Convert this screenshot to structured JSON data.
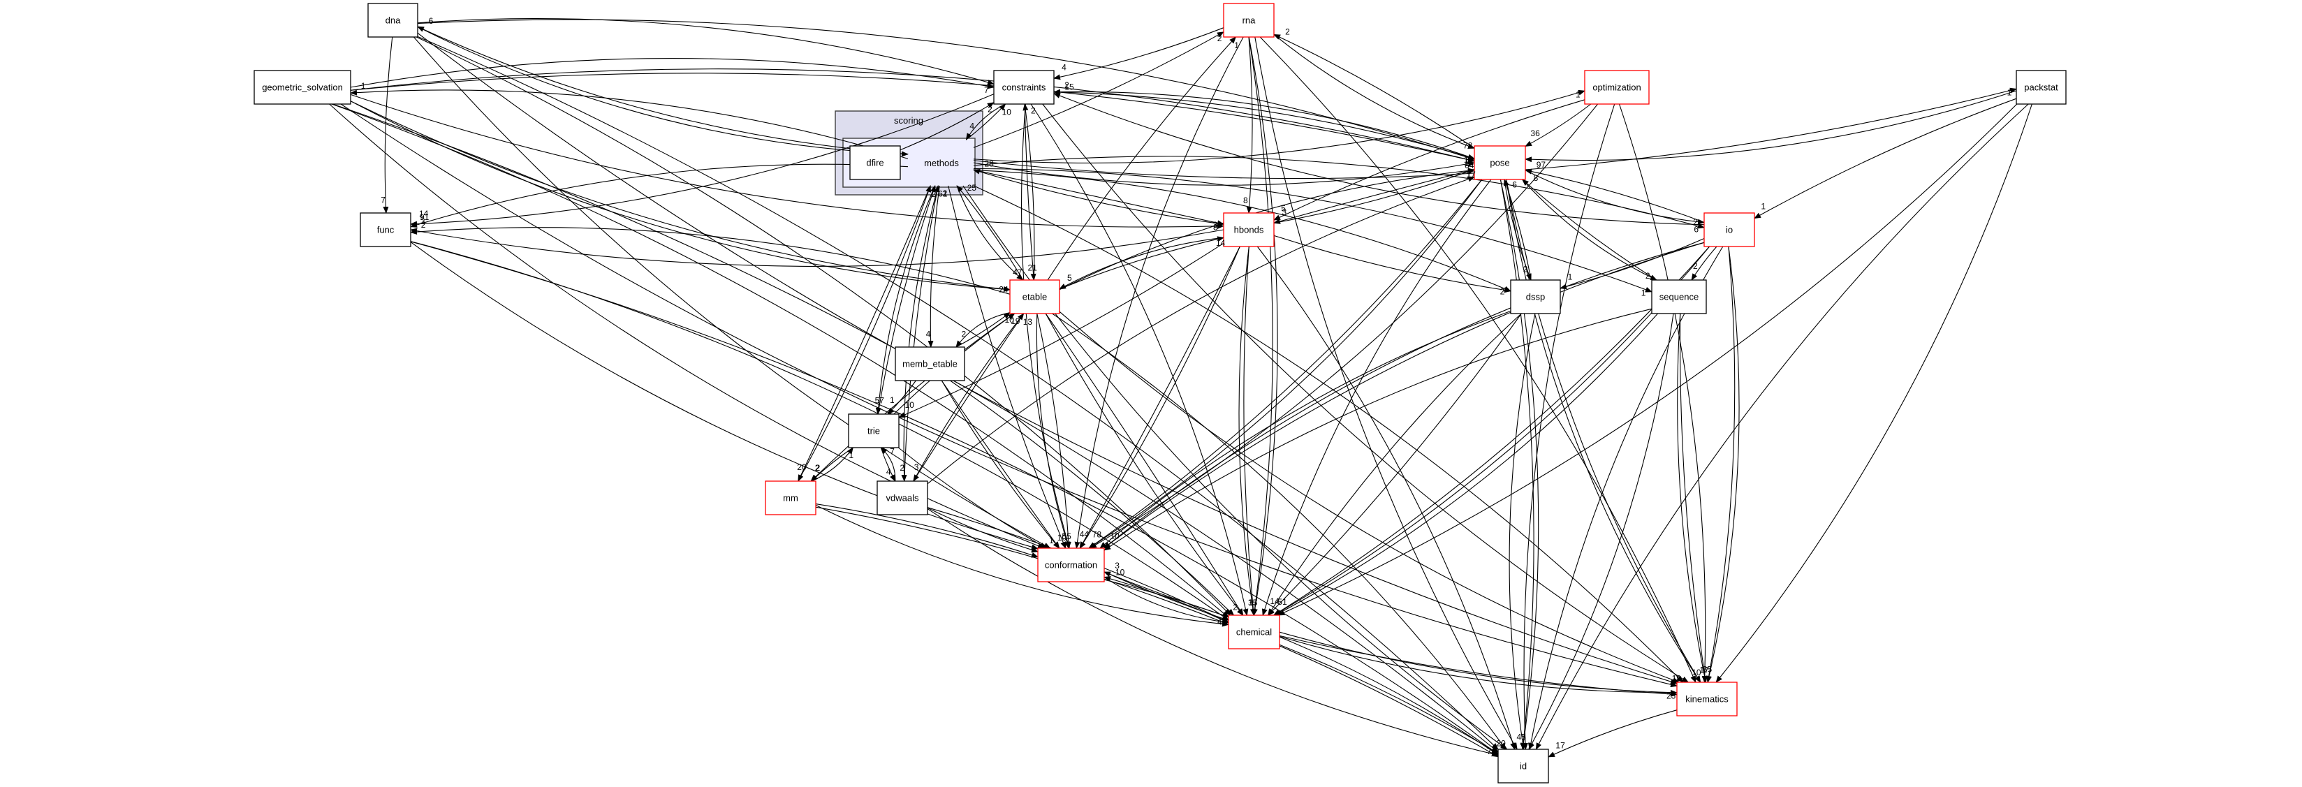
{
  "diagram": {
    "type": "directory-dependency-graph",
    "clusters": [
      {
        "id": "scoring",
        "label": "scoring"
      },
      {
        "id": "methods",
        "label": "methods",
        "parent": "scoring"
      }
    ],
    "nodes": [
      {
        "id": "dna",
        "label": "dna",
        "highlight": false
      },
      {
        "id": "geometric_solvation",
        "label": "geometric_solvation",
        "highlight": false
      },
      {
        "id": "func",
        "label": "func",
        "highlight": false
      },
      {
        "id": "constraints",
        "label": "constraints",
        "highlight": false
      },
      {
        "id": "dfire",
        "label": "dfire",
        "highlight": false,
        "cluster": "methods"
      },
      {
        "id": "rna",
        "label": "rna",
        "highlight": true
      },
      {
        "id": "optimization",
        "label": "optimization",
        "highlight": true
      },
      {
        "id": "packstat",
        "label": "packstat",
        "highlight": false
      },
      {
        "id": "pose",
        "label": "pose",
        "highlight": true
      },
      {
        "id": "hbonds",
        "label": "hbonds",
        "highlight": true
      },
      {
        "id": "io",
        "label": "io",
        "highlight": true
      },
      {
        "id": "etable",
        "label": "etable",
        "highlight": true
      },
      {
        "id": "dssp",
        "label": "dssp",
        "highlight": false
      },
      {
        "id": "sequence",
        "label": "sequence",
        "highlight": false
      },
      {
        "id": "memb_etable",
        "label": "memb_etable",
        "highlight": false
      },
      {
        "id": "trie",
        "label": "trie",
        "highlight": false
      },
      {
        "id": "mm",
        "label": "mm",
        "highlight": true
      },
      {
        "id": "vdwaals",
        "label": "vdwaals",
        "highlight": false
      },
      {
        "id": "conformation",
        "label": "conformation",
        "highlight": true
      },
      {
        "id": "chemical",
        "label": "chemical",
        "highlight": true
      },
      {
        "id": "kinematics",
        "label": "kinematics",
        "highlight": true
      },
      {
        "id": "id",
        "label": "id",
        "highlight": false
      }
    ],
    "edges": [
      {
        "from": "methods",
        "to": "dna",
        "label": "6"
      },
      {
        "from": "dna",
        "to": "func",
        "label": "7"
      },
      {
        "from": "dna",
        "to": "id",
        "label": ""
      },
      {
        "from": "dna",
        "to": "conformation",
        "label": ""
      },
      {
        "from": "dna",
        "to": "chemical",
        "label": ""
      },
      {
        "from": "dna",
        "to": "kinematics",
        "label": ""
      },
      {
        "from": "dna",
        "to": "constraints",
        "label": ""
      },
      {
        "from": "dna",
        "to": "methods",
        "label": ""
      },
      {
        "from": "dna",
        "to": "pose",
        "label": ""
      },
      {
        "from": "methods",
        "to": "geometric_solvation",
        "label": "1"
      },
      {
        "from": "geometric_solvation",
        "to": "id",
        "label": ""
      },
      {
        "from": "geometric_solvation",
        "to": "conformation",
        "label": ""
      },
      {
        "from": "geometric_solvation",
        "to": "chemical",
        "label": ""
      },
      {
        "from": "geometric_solvation",
        "to": "etable",
        "label": ""
      },
      {
        "from": "geometric_solvation",
        "to": "pose",
        "label": ""
      },
      {
        "from": "geometric_solvation",
        "to": "kinematics",
        "label": ""
      },
      {
        "from": "constraints",
        "to": "func",
        "label": "14"
      },
      {
        "from": "methods",
        "to": "func",
        "label": "91"
      },
      {
        "from": "hbonds",
        "to": "func",
        "label": "3"
      },
      {
        "from": "etable",
        "to": "func",
        "label": "2"
      },
      {
        "from": "func",
        "to": "id",
        "label": ""
      },
      {
        "from": "func",
        "to": "conformation",
        "label": ""
      },
      {
        "from": "func",
        "to": "chemical",
        "label": ""
      },
      {
        "from": "methods",
        "to": "constraints",
        "label": "10"
      },
      {
        "from": "geometric_solvation",
        "to": "constraints",
        "label": "7"
      },
      {
        "from": "dfire",
        "to": "constraints",
        "label": "2"
      },
      {
        "from": "rna",
        "to": "constraints",
        "label": "4"
      },
      {
        "from": "pose",
        "to": "constraints",
        "label": "2"
      },
      {
        "from": "io",
        "to": "constraints",
        "label": "15"
      },
      {
        "from": "etable",
        "to": "constraints",
        "label": "2"
      },
      {
        "from": "constraints",
        "to": "methods",
        "label": "4"
      },
      {
        "from": "constraints",
        "to": "conformation",
        "label": ""
      },
      {
        "from": "constraints",
        "to": "chemical",
        "label": ""
      },
      {
        "from": "constraints",
        "to": "kinematics",
        "label": ""
      },
      {
        "from": "hbonds",
        "to": "methods",
        "label": "28"
      },
      {
        "from": "etable",
        "to": "methods",
        "label": "25"
      },
      {
        "from": "trie",
        "to": "methods",
        "label": "61"
      },
      {
        "from": "mm",
        "to": "methods",
        "label": "2"
      },
      {
        "from": "vdwaals",
        "to": "methods",
        "label": "2"
      },
      {
        "from": "methods",
        "to": "rna",
        "label": "2"
      },
      {
        "from": "etable",
        "to": "rna",
        "label": "1"
      },
      {
        "from": "pose",
        "to": "rna",
        "label": "2"
      },
      {
        "from": "rna",
        "to": "hbonds",
        "label": "8"
      },
      {
        "from": "rna",
        "to": "conformation",
        "label": ""
      },
      {
        "from": "rna",
        "to": "chemical",
        "label": ""
      },
      {
        "from": "rna",
        "to": "id",
        "label": ""
      },
      {
        "from": "rna",
        "to": "kinematics",
        "label": ""
      },
      {
        "from": "methods",
        "to": "optimization",
        "label": "1"
      },
      {
        "from": "optimization",
        "to": "pose",
        "label": "36"
      },
      {
        "from": "optimization",
        "to": "hbonds",
        "label": "5"
      },
      {
        "from": "optimization",
        "to": "conformation",
        "label": ""
      },
      {
        "from": "optimization",
        "to": "id",
        "label": ""
      },
      {
        "from": "optimization",
        "to": "kinematics",
        "label": ""
      },
      {
        "from": "methods",
        "to": "packstat",
        "label": "1"
      },
      {
        "from": "packstat",
        "to": "pose",
        "label": ""
      },
      {
        "from": "packstat",
        "to": "io",
        "label": "1"
      },
      {
        "from": "packstat",
        "to": "chemical",
        "label": ""
      },
      {
        "from": "packstat",
        "to": "id",
        "label": ""
      },
      {
        "from": "packstat",
        "to": "kinematics",
        "label": ""
      },
      {
        "from": "methods",
        "to": "pose",
        "label": "64"
      },
      {
        "from": "constraints",
        "to": "pose",
        "label": "17"
      },
      {
        "from": "rna",
        "to": "pose",
        "label": "78"
      },
      {
        "from": "geometric_solvation",
        "to": "pose",
        "label": "14"
      },
      {
        "from": "hbonds",
        "to": "pose",
        "label": "17"
      },
      {
        "from": "etable",
        "to": "pose",
        "label": "1"
      },
      {
        "from": "io",
        "to": "pose",
        "label": "97"
      },
      {
        "from": "sequence",
        "to": "pose",
        "label": "8"
      },
      {
        "from": "dssp",
        "to": "pose",
        "label": "6"
      },
      {
        "from": "pose",
        "to": "hbonds",
        "label": "3"
      },
      {
        "from": "pose",
        "to": "io",
        "label": "2"
      },
      {
        "from": "pose",
        "to": "dssp",
        "label": "2"
      },
      {
        "from": "pose",
        "to": "sequence",
        "label": "2"
      },
      {
        "from": "pose",
        "to": "conformation",
        "label": ""
      },
      {
        "from": "pose",
        "to": "chemical",
        "label": ""
      },
      {
        "from": "pose",
        "to": "id",
        "label": ""
      },
      {
        "from": "pose",
        "to": "kinematics",
        "label": ""
      },
      {
        "from": "methods",
        "to": "hbonds",
        "label": "30"
      },
      {
        "from": "geometric_solvation",
        "to": "hbonds",
        "label": "8"
      },
      {
        "from": "etable",
        "to": "hbonds",
        "label": "14"
      },
      {
        "from": "hbonds",
        "to": "etable",
        "label": "5"
      },
      {
        "from": "hbonds",
        "to": "conformation",
        "label": ""
      },
      {
        "from": "hbonds",
        "to": "chemical",
        "label": ""
      },
      {
        "from": "hbonds",
        "to": "id",
        "label": ""
      },
      {
        "from": "hbonds",
        "to": "dssp",
        "label": ""
      },
      {
        "from": "methods",
        "to": "io",
        "label": "6"
      },
      {
        "from": "io",
        "to": "sequence",
        "label": "2"
      },
      {
        "from": "io",
        "to": "dssp",
        "label": "1"
      },
      {
        "from": "io",
        "to": "conformation",
        "label": ""
      },
      {
        "from": "io",
        "to": "chemical",
        "label": ""
      },
      {
        "from": "io",
        "to": "id",
        "label": ""
      },
      {
        "from": "io",
        "to": "kinematics",
        "label": ""
      },
      {
        "from": "methods",
        "to": "etable",
        "label": "47"
      },
      {
        "from": "constraints",
        "to": "etable",
        "label": "21"
      },
      {
        "from": "geometric_solvation",
        "to": "etable",
        "label": "24"
      },
      {
        "from": "trie",
        "to": "etable",
        "label": "19"
      },
      {
        "from": "memb_etable",
        "to": "etable",
        "label": "10"
      },
      {
        "from": "vdwaals",
        "to": "etable",
        "label": "13"
      },
      {
        "from": "etable",
        "to": "memb_etable",
        "label": "2"
      },
      {
        "from": "etable",
        "to": "conformation",
        "label": ""
      },
      {
        "from": "etable",
        "to": "chemical",
        "label": ""
      },
      {
        "from": "etable",
        "to": "id",
        "label": ""
      },
      {
        "from": "etable",
        "to": "kinematics",
        "label": ""
      },
      {
        "from": "methods",
        "to": "dssp",
        "label": "2"
      },
      {
        "from": "dssp",
        "to": "conformation",
        "label": ""
      },
      {
        "from": "dssp",
        "to": "chemical",
        "label": ""
      },
      {
        "from": "dssp",
        "to": "id",
        "label": ""
      },
      {
        "from": "methods",
        "to": "sequence",
        "label": "1"
      },
      {
        "from": "sequence",
        "to": "conformation",
        "label": ""
      },
      {
        "from": "sequence",
        "to": "chemical",
        "label": ""
      },
      {
        "from": "sequence",
        "to": "kinematics",
        "label": ""
      },
      {
        "from": "sequence",
        "to": "id",
        "label": ""
      },
      {
        "from": "methods",
        "to": "memb_etable",
        "label": "4"
      },
      {
        "from": "memb_etable",
        "to": "trie",
        "label": "1"
      },
      {
        "from": "memb_etable",
        "to": "conformation",
        "label": ""
      },
      {
        "from": "memb_etable",
        "to": "chemical",
        "label": ""
      },
      {
        "from": "methods",
        "to": "trie",
        "label": "57"
      },
      {
        "from": "hbonds",
        "to": "trie",
        "label": "10"
      },
      {
        "from": "trie",
        "to": "mm",
        "label": "2"
      },
      {
        "from": "mm",
        "to": "trie",
        "label": "1"
      },
      {
        "from": "trie",
        "to": "vdwaals",
        "label": "4"
      },
      {
        "from": "vdwaals",
        "to": "trie",
        "label": "7"
      },
      {
        "from": "trie",
        "to": "conformation",
        "label": ""
      },
      {
        "from": "methods",
        "to": "mm",
        "label": "20"
      },
      {
        "from": "etable",
        "to": "mm",
        "label": "2"
      },
      {
        "from": "mm",
        "to": "conformation",
        "label": ""
      },
      {
        "from": "mm",
        "to": "chemical",
        "label": ""
      },
      {
        "from": "mm",
        "to": "id",
        "label": ""
      },
      {
        "from": "methods",
        "to": "vdwaals",
        "label": "2"
      },
      {
        "from": "etable",
        "to": "vdwaals",
        "label": "3"
      },
      {
        "from": "vdwaals",
        "to": "conformation",
        "label": ""
      },
      {
        "from": "vdwaals",
        "to": "chemical",
        "label": ""
      },
      {
        "from": "vdwaals",
        "to": "id",
        "label": ""
      },
      {
        "from": "vdwaals",
        "to": "pose",
        "label": ""
      },
      {
        "from": "methods",
        "to": "conformation",
        "label": "10"
      },
      {
        "from": "memb_etable",
        "to": "conformation",
        "label": "1"
      },
      {
        "from": "etable",
        "to": "conformation",
        "label": "55"
      },
      {
        "from": "hbonds",
        "to": "conformation",
        "label": "44"
      },
      {
        "from": "io",
        "to": "conformation",
        "label": "10"
      },
      {
        "from": "pose",
        "to": "conformation",
        "label": "78"
      },
      {
        "from": "chemical",
        "to": "conformation",
        "label": "10"
      },
      {
        "from": "kinematics",
        "to": "conformation",
        "label": "3"
      },
      {
        "from": "conformation",
        "to": "chemical",
        "label": "46"
      },
      {
        "from": "conformation",
        "to": "id",
        "label": ""
      },
      {
        "from": "conformation",
        "to": "kinematics",
        "label": ""
      },
      {
        "from": "etable",
        "to": "chemical",
        "label": "2"
      },
      {
        "from": "hbonds",
        "to": "chemical",
        "label": "35"
      },
      {
        "from": "rna",
        "to": "chemical",
        "label": "17"
      },
      {
        "from": "dssp",
        "to": "chemical",
        "label": "14"
      },
      {
        "from": "io",
        "to": "chemical",
        "label": "51"
      },
      {
        "from": "chemical",
        "to": "kinematics",
        "label": "23"
      },
      {
        "from": "chemical",
        "to": "id",
        "label": "7"
      },
      {
        "from": "sequence",
        "to": "kinematics",
        "label": "17"
      },
      {
        "from": "io",
        "to": "kinematics",
        "label": "35"
      },
      {
        "from": "pose",
        "to": "kinematics",
        "label": "10"
      },
      {
        "from": "methods",
        "to": "kinematics",
        "label": "19"
      },
      {
        "from": "kinematics",
        "to": "id",
        "label": "17"
      },
      {
        "from": "pose",
        "to": "id",
        "label": "45"
      },
      {
        "from": "methods",
        "to": "id",
        "label": "20"
      }
    ]
  }
}
